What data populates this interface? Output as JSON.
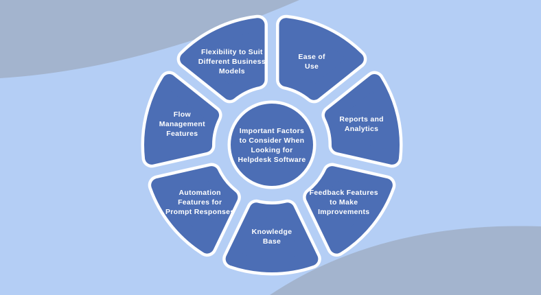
{
  "background": {
    "base_color": "#b4cef5",
    "wave_color": "#a3b4ce"
  },
  "wheel": {
    "segment_color": "#4c6eb5",
    "border_color": "#ffffff",
    "text_color": "#ffffff",
    "center": {
      "lines": [
        "Important Factors",
        "to Consider When",
        "Looking for",
        "Helpdesk Software"
      ]
    },
    "segments": [
      {
        "id": "flexibility",
        "lines": [
          "Flexibility to Suit",
          "Different Business",
          "Models"
        ]
      },
      {
        "id": "ease-of-use",
        "lines": [
          "Ease of",
          "Use"
        ]
      },
      {
        "id": "reports-analytics",
        "lines": [
          "Reports and",
          "Analytics"
        ]
      },
      {
        "id": "feedback-features",
        "lines": [
          "Feedback Features",
          "to Make",
          "Improvements"
        ]
      },
      {
        "id": "knowledge-base",
        "lines": [
          "Knowledge",
          "Base"
        ]
      },
      {
        "id": "automation-features",
        "lines": [
          "Automation",
          "Features for",
          "Prompt Responses"
        ]
      },
      {
        "id": "flow-management",
        "lines": [
          "Flow",
          "Management",
          "Features"
        ]
      }
    ]
  }
}
